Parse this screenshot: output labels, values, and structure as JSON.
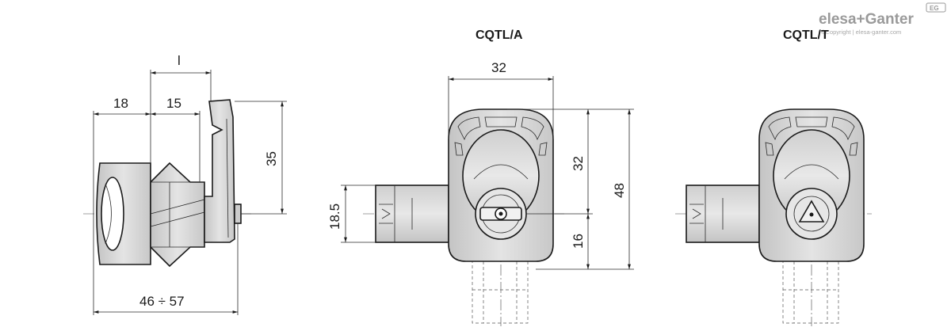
{
  "brand": {
    "logo": "elesa+Ganter",
    "badge": "EG",
    "copyright": "©Copyright | elesa-ganter.com"
  },
  "views": {
    "side": {
      "dim_l": "l",
      "dim_18": "18",
      "dim_15": "15",
      "dim_35": "35",
      "dim_total": "46 ÷ 57"
    },
    "front_a": {
      "title": "CQTL/A",
      "dim_32w": "32",
      "dim_32h": "32",
      "dim_48": "48",
      "dim_16": "16",
      "dim_18_5": "18.5"
    },
    "front_b": {
      "title": "CQTL/T"
    }
  },
  "colors": {
    "body_fill": "#d6d6d6",
    "body_light": "#e6e6e6",
    "body_dark": "#b8b8b8",
    "line": "#1a1a1a"
  }
}
